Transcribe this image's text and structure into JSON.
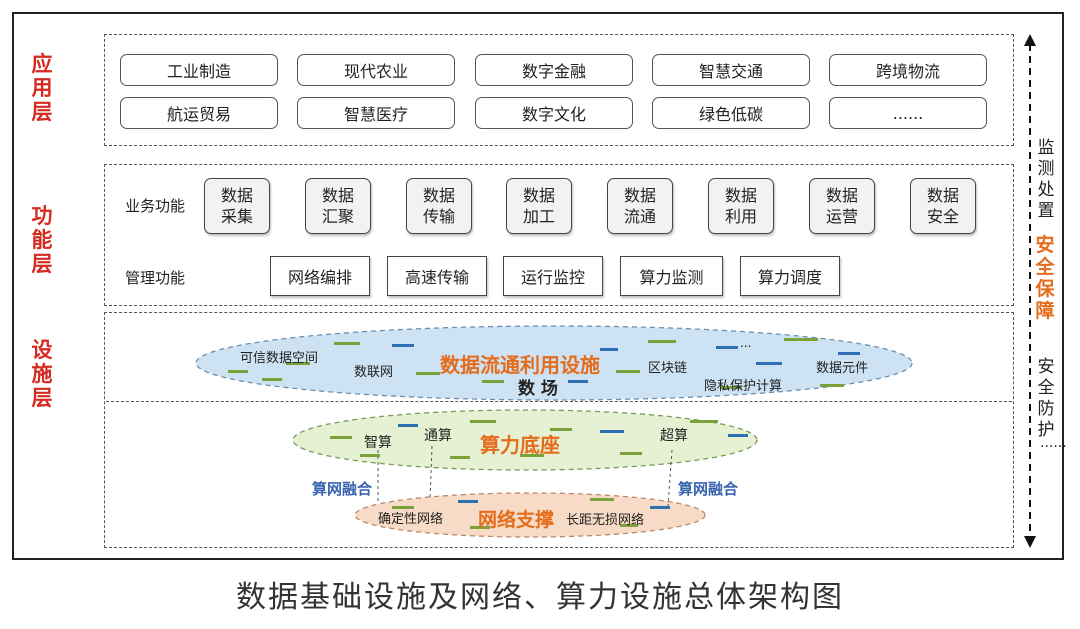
{
  "layers": {
    "app": "应用层",
    "func": "功能层",
    "infra": "设施层"
  },
  "app_items": [
    "工业制造",
    "现代农业",
    "数字金融",
    "智慧交通",
    "跨境物流",
    "航运贸易",
    "智慧医疗",
    "数字文化",
    "绿色低碳",
    "......"
  ],
  "func": {
    "biz_label": "业务功能",
    "mgmt_label": "管理功能",
    "biz_items": [
      {
        "l1": "数据",
        "l2": "采集"
      },
      {
        "l1": "数据",
        "l2": "汇聚"
      },
      {
        "l1": "数据",
        "l2": "传输"
      },
      {
        "l1": "数据",
        "l2": "加工"
      },
      {
        "l1": "数据",
        "l2": "流通"
      },
      {
        "l1": "数据",
        "l2": "利用"
      },
      {
        "l1": "数据",
        "l2": "运营"
      },
      {
        "l1": "数据",
        "l2": "安全"
      }
    ],
    "mgmt_items": [
      "网络编排",
      "高速传输",
      "运行监控",
      "算力监测",
      "算力调度"
    ]
  },
  "infra": {
    "data_flow": {
      "title": "数据流通利用设施",
      "field": "数 场",
      "items": [
        "可信数据空间",
        "数联网",
        "区块链",
        "隐私保护计算",
        "数据元件",
        "..."
      ]
    },
    "compute": {
      "title": "算力底座",
      "items": [
        "智算",
        "通算",
        "超算"
      ]
    },
    "fusion_left": "算网融合",
    "fusion_right": "算网融合",
    "network": {
      "title": "网络支撑",
      "items": [
        "确定性网络",
        "长距无损网络"
      ]
    }
  },
  "side": {
    "monitor": "监测处置",
    "security": "安全保障",
    "protect": "安全防护",
    "more": "......"
  },
  "caption": "数据基础设施及网络、算力设施总体架构图",
  "colors": {
    "layer_label": "#d42a1f",
    "highlight": "#e46c1a",
    "fusion": "#3b64b0",
    "ellipse_blue": "#cde3f4",
    "ellipse_green": "#e6f0d2",
    "ellipse_peach": "#f7dbc6"
  }
}
